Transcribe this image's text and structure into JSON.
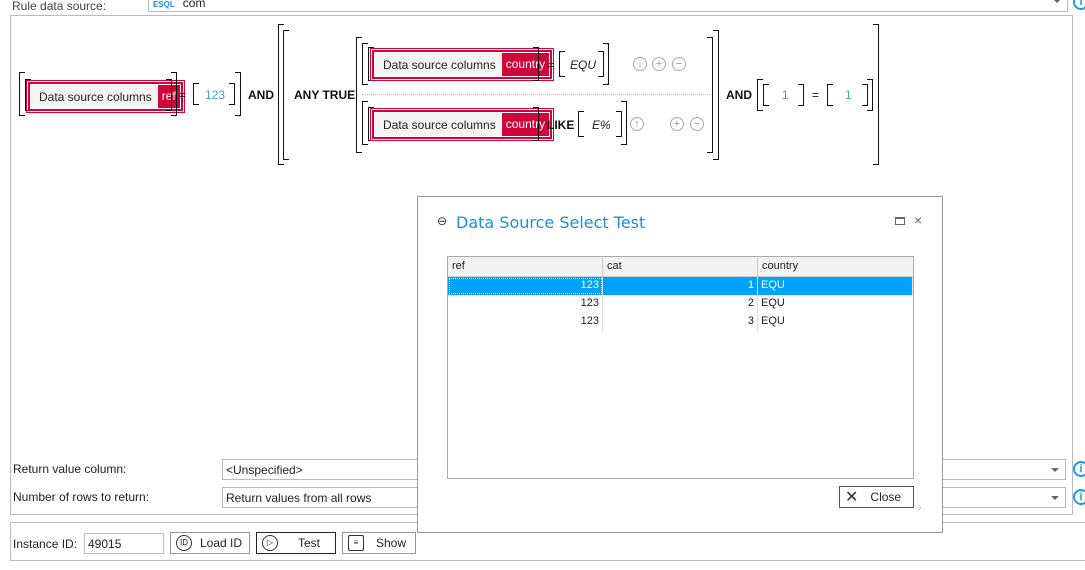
{
  "top": {
    "label": "Rule data source:",
    "value": "com",
    "icon": "esql-icon"
  },
  "rule": {
    "c1": {
      "label": "Data source columns",
      "column": "ref",
      "op": "=",
      "value": "123"
    },
    "and1": "AND",
    "any_true": "ANY TRUE",
    "r1": {
      "label": "Data source columns",
      "column": "country",
      "op": "=",
      "value": "EQU"
    },
    "r2": {
      "label": "Data source columns",
      "column": "country",
      "op": "LIKE",
      "value": "E%"
    },
    "and2": "AND",
    "c3": {
      "left": "1",
      "op": "=",
      "right": "1"
    }
  },
  "settings": {
    "return_label": "Return value column:",
    "return_value": "<Unspecified>",
    "rows_label": "Number of rows to return:",
    "rows_value": "Return values from all rows"
  },
  "instance": {
    "label": "Instance ID:",
    "value": "49015",
    "load": "Load ID",
    "test": "Test",
    "show": "Show"
  },
  "dialog": {
    "title": "Data Source Select Test",
    "columns": [
      "ref",
      "cat",
      "country"
    ],
    "rows": [
      [
        "123",
        "1",
        "EQU"
      ],
      [
        "123",
        "2",
        "EQU"
      ],
      [
        "123",
        "3",
        "EQU"
      ]
    ],
    "selected_row": 0,
    "close": "Close"
  },
  "colors": {
    "accent": "#1e8fd6",
    "column_tag": "#d0043a",
    "selection": "#00a2ff"
  }
}
